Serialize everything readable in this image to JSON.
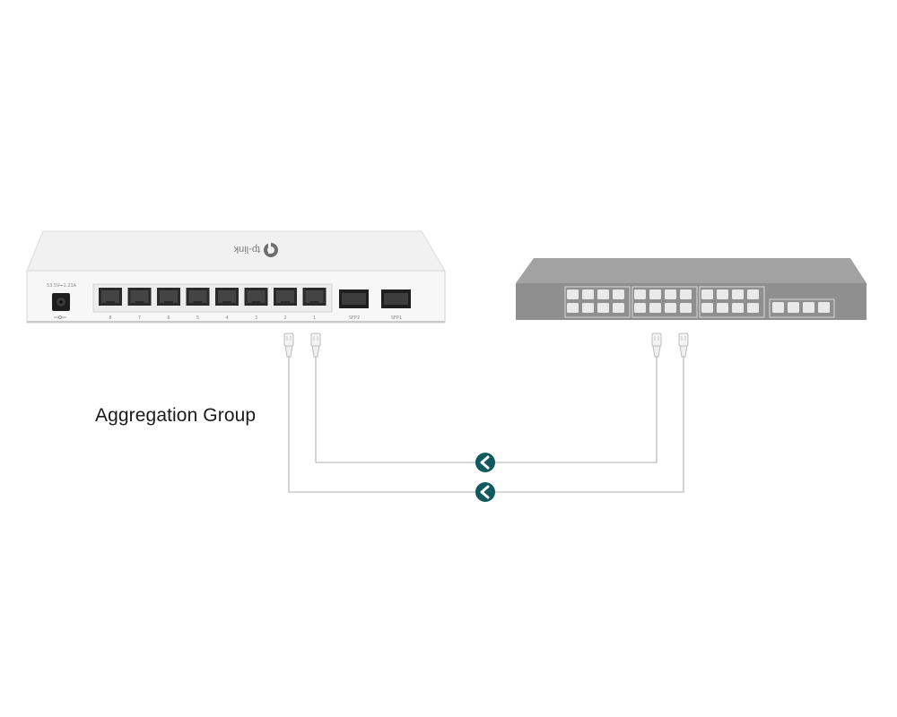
{
  "caption": "Aggregation Group",
  "left_switch": {
    "brand": "tp-link",
    "power_rating": "53.5V⎓1.21A",
    "port_labels": [
      "8",
      "7",
      "6",
      "5",
      "4",
      "3",
      "2",
      "1"
    ],
    "sfp_labels": [
      "SFP2",
      "SFP1"
    ]
  },
  "colors": {
    "switch_body": "#f3f3f3",
    "generic_switch": "#9a9a9a",
    "link_line": "#bdbdbd",
    "direction_marker": "#0e5a5e"
  },
  "icons": {
    "direction_marker": "chevron-left-icon",
    "cable_connector": "ethernet-plug-icon"
  }
}
